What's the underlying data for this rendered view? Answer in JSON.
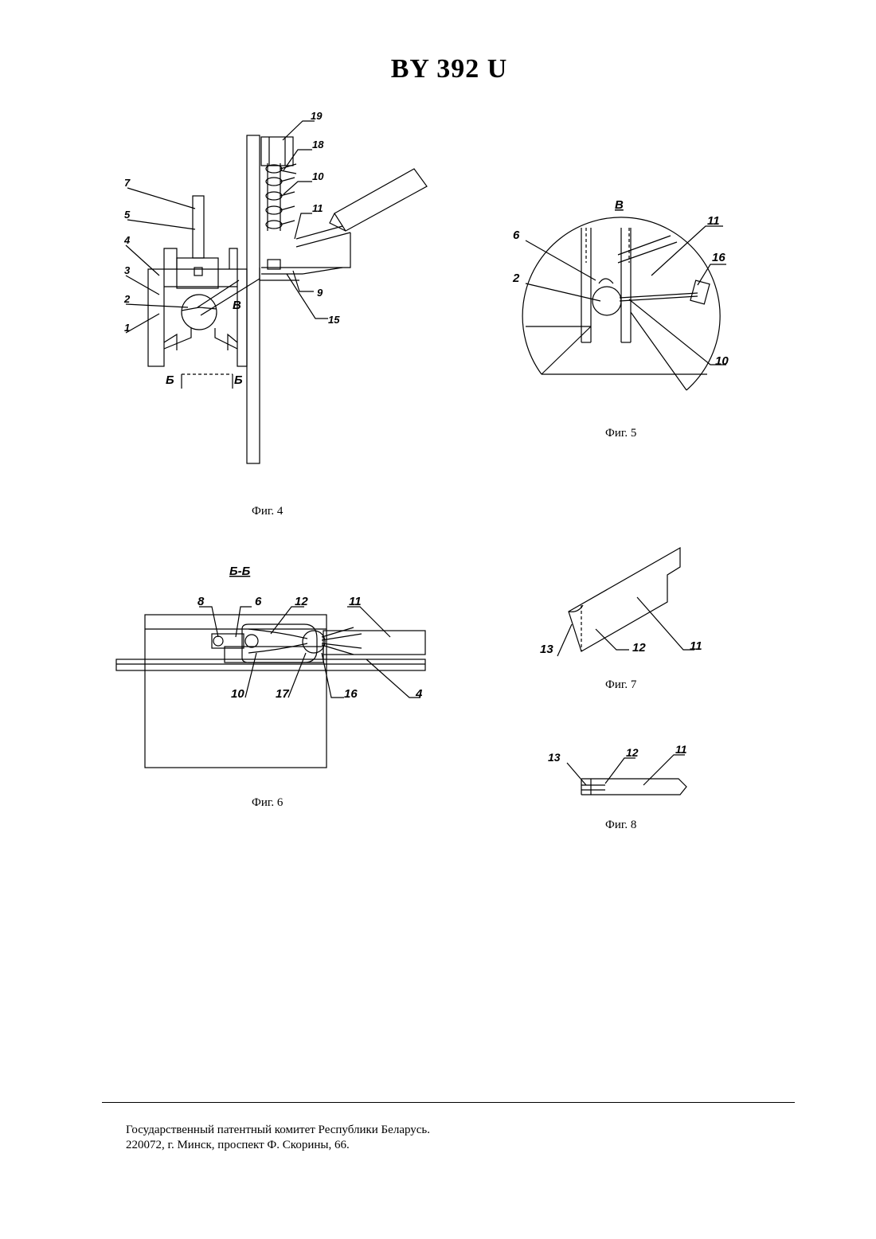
{
  "header": {
    "title": "BY 392 U"
  },
  "figures": {
    "fig4": {
      "caption": "Фиг. 4",
      "labels": [
        "19",
        "18",
        "10",
        "11",
        "7",
        "5",
        "4",
        "3",
        "2",
        "1",
        "9",
        "15"
      ],
      "view_label": "B",
      "section_left": "Б",
      "section_right": "Б"
    },
    "fig5": {
      "caption": "Фиг. 5",
      "title": "B",
      "labels": [
        "11",
        "6",
        "16",
        "2",
        "10"
      ]
    },
    "fig6": {
      "caption": "Фиг. 6",
      "title": "Б-Б",
      "labels": [
        "8",
        "6",
        "12",
        "11",
        "10",
        "17",
        "16",
        "4"
      ]
    },
    "fig7": {
      "caption": "Фиг. 7",
      "labels": [
        "13",
        "12",
        "11"
      ]
    },
    "fig8": {
      "caption": "Фиг. 8",
      "labels": [
        "13",
        "12",
        "11"
      ]
    }
  },
  "footer": {
    "line1": "Государственный патентный комитет Республики Беларусь.",
    "line2": "220072, г. Минск, проспект Ф. Скорины, 66."
  }
}
